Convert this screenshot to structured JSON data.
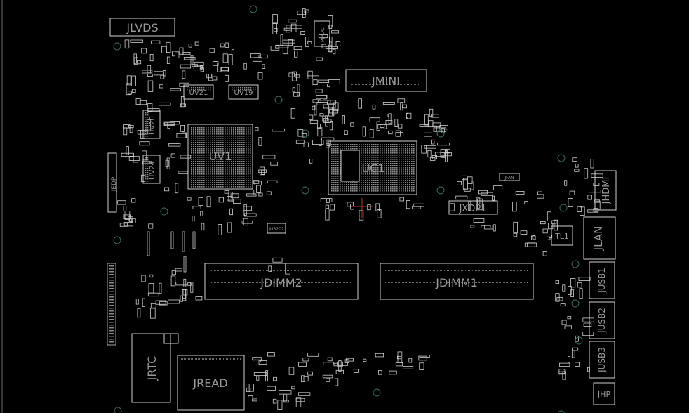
{
  "viewer": {
    "background": "#000000",
    "outline_color": "#cfcfcf",
    "label_color": "#9a9a9a",
    "via_color": "#3b6b5c",
    "marker_color": "#b23a3a"
  },
  "components": {
    "jlvds": "JLVDS",
    "jmini": "JMINI",
    "uv21": "UV21",
    "uv19": "UV19",
    "uv20": "UV20",
    "uv24": "UV24",
    "uv1": "UV1",
    "uc1": "UC1",
    "jedp": "JEDP",
    "jpdc": "PJPDC",
    "jfan": "JFAN",
    "jxdp1": "JXDP1",
    "tl1": "TL1",
    "jhdmi": "JHDMI",
    "jlan": "JLAN",
    "jdimm2": "JDIMM2",
    "jdimm1": "JDIMM1",
    "jusb1": "JUSB1",
    "jusb2": "JUSB2",
    "jusb3": "JUSB3",
    "jrtc": "JRTC",
    "jread": "JREAD",
    "jhp": "JHP",
    "ju3202": "JU3202"
  }
}
